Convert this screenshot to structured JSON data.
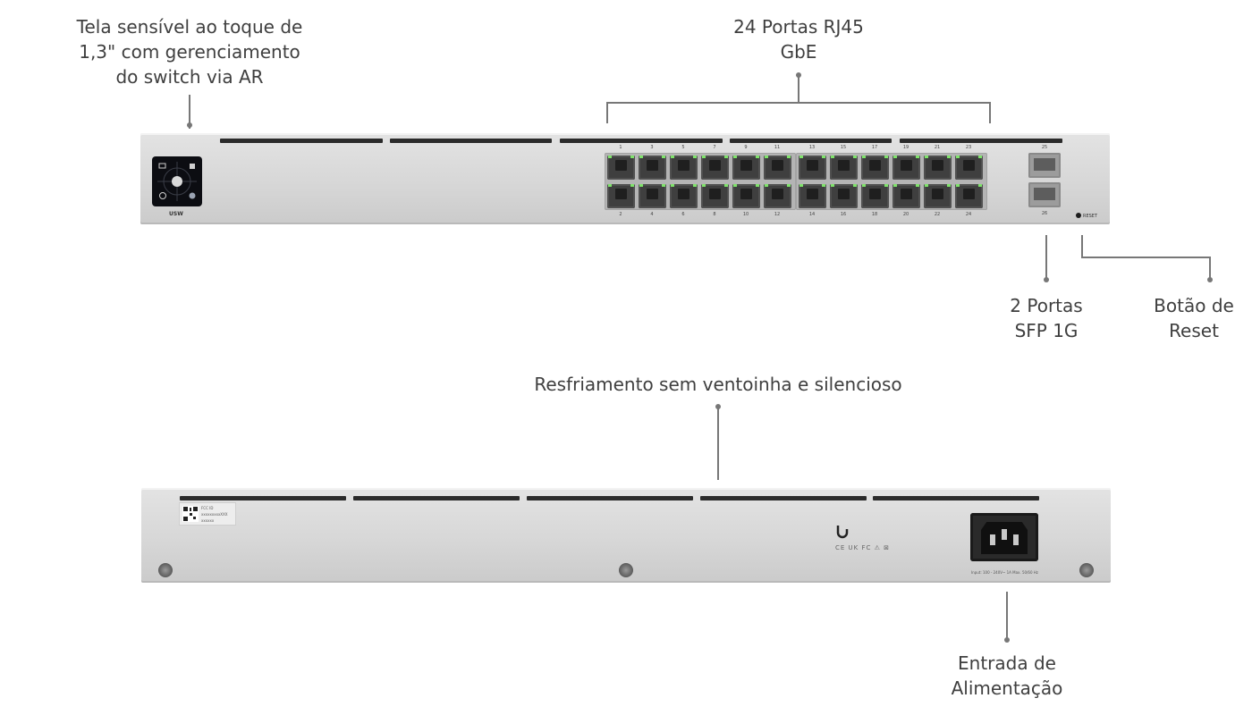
{
  "callouts": {
    "touch_display": [
      "Tela sensível ao toque de",
      "1,3\" com gerenciamento",
      "do switch via AR"
    ],
    "rj45_ports": [
      "24 Portas RJ45",
      "GbE"
    ],
    "sfp_ports": [
      "2 Portas",
      "SFP 1G"
    ],
    "reset_button": [
      "Botão de",
      "Reset"
    ],
    "cooling": [
      "Resfriamento sem ventoinha e silencioso"
    ],
    "power_input": [
      "Entrada de",
      "Alimentação"
    ]
  },
  "front_panel": {
    "model_label": "USW",
    "reset_label": "RESET",
    "port_numbers_top": [
      "1",
      "3",
      "5",
      "7",
      "9",
      "11",
      "13",
      "15",
      "17",
      "19",
      "21",
      "23"
    ],
    "port_numbers_bottom": [
      "2",
      "4",
      "6",
      "8",
      "10",
      "12",
      "14",
      "16",
      "18",
      "20",
      "22",
      "24"
    ],
    "sfp_numbers": [
      "25",
      "26"
    ],
    "led_color": "#7fe36b"
  },
  "rear_panel": {
    "sticker_lines": [
      "FCC ID",
      "xxxxxxxxxXXX",
      "xxxxxx"
    ],
    "cert_marks": "CE UK FC ⚠ ⊠",
    "power_rating": "Input: 100 - 240V~ 1A Max. 50/60 Hz"
  },
  "colors": {
    "chassis": "#d7d7d7",
    "leader_line": "#777777",
    "text": "#3f3f3f"
  }
}
